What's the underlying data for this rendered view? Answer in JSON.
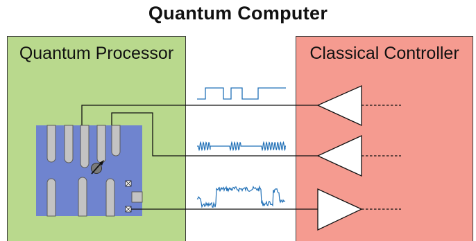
{
  "title": "Quantum Computer",
  "quantum_processor": {
    "label": "Quantum Processor",
    "fill_color": "#b9d98d",
    "chip_color": "#6f84cf",
    "electrode_color": "#c3c3c3"
  },
  "classical_controller": {
    "label": "Classical Controller",
    "fill_color": "#f59b90"
  },
  "signal_color": "#1f6fb6",
  "channels": [
    {
      "signal_icon": "square-pulse-icon",
      "direction": "controller-to-processor"
    },
    {
      "signal_icon": "microwave-burst-icon",
      "direction": "controller-to-processor"
    },
    {
      "signal_icon": "noisy-readout-icon",
      "direction": "processor-to-controller"
    }
  ]
}
